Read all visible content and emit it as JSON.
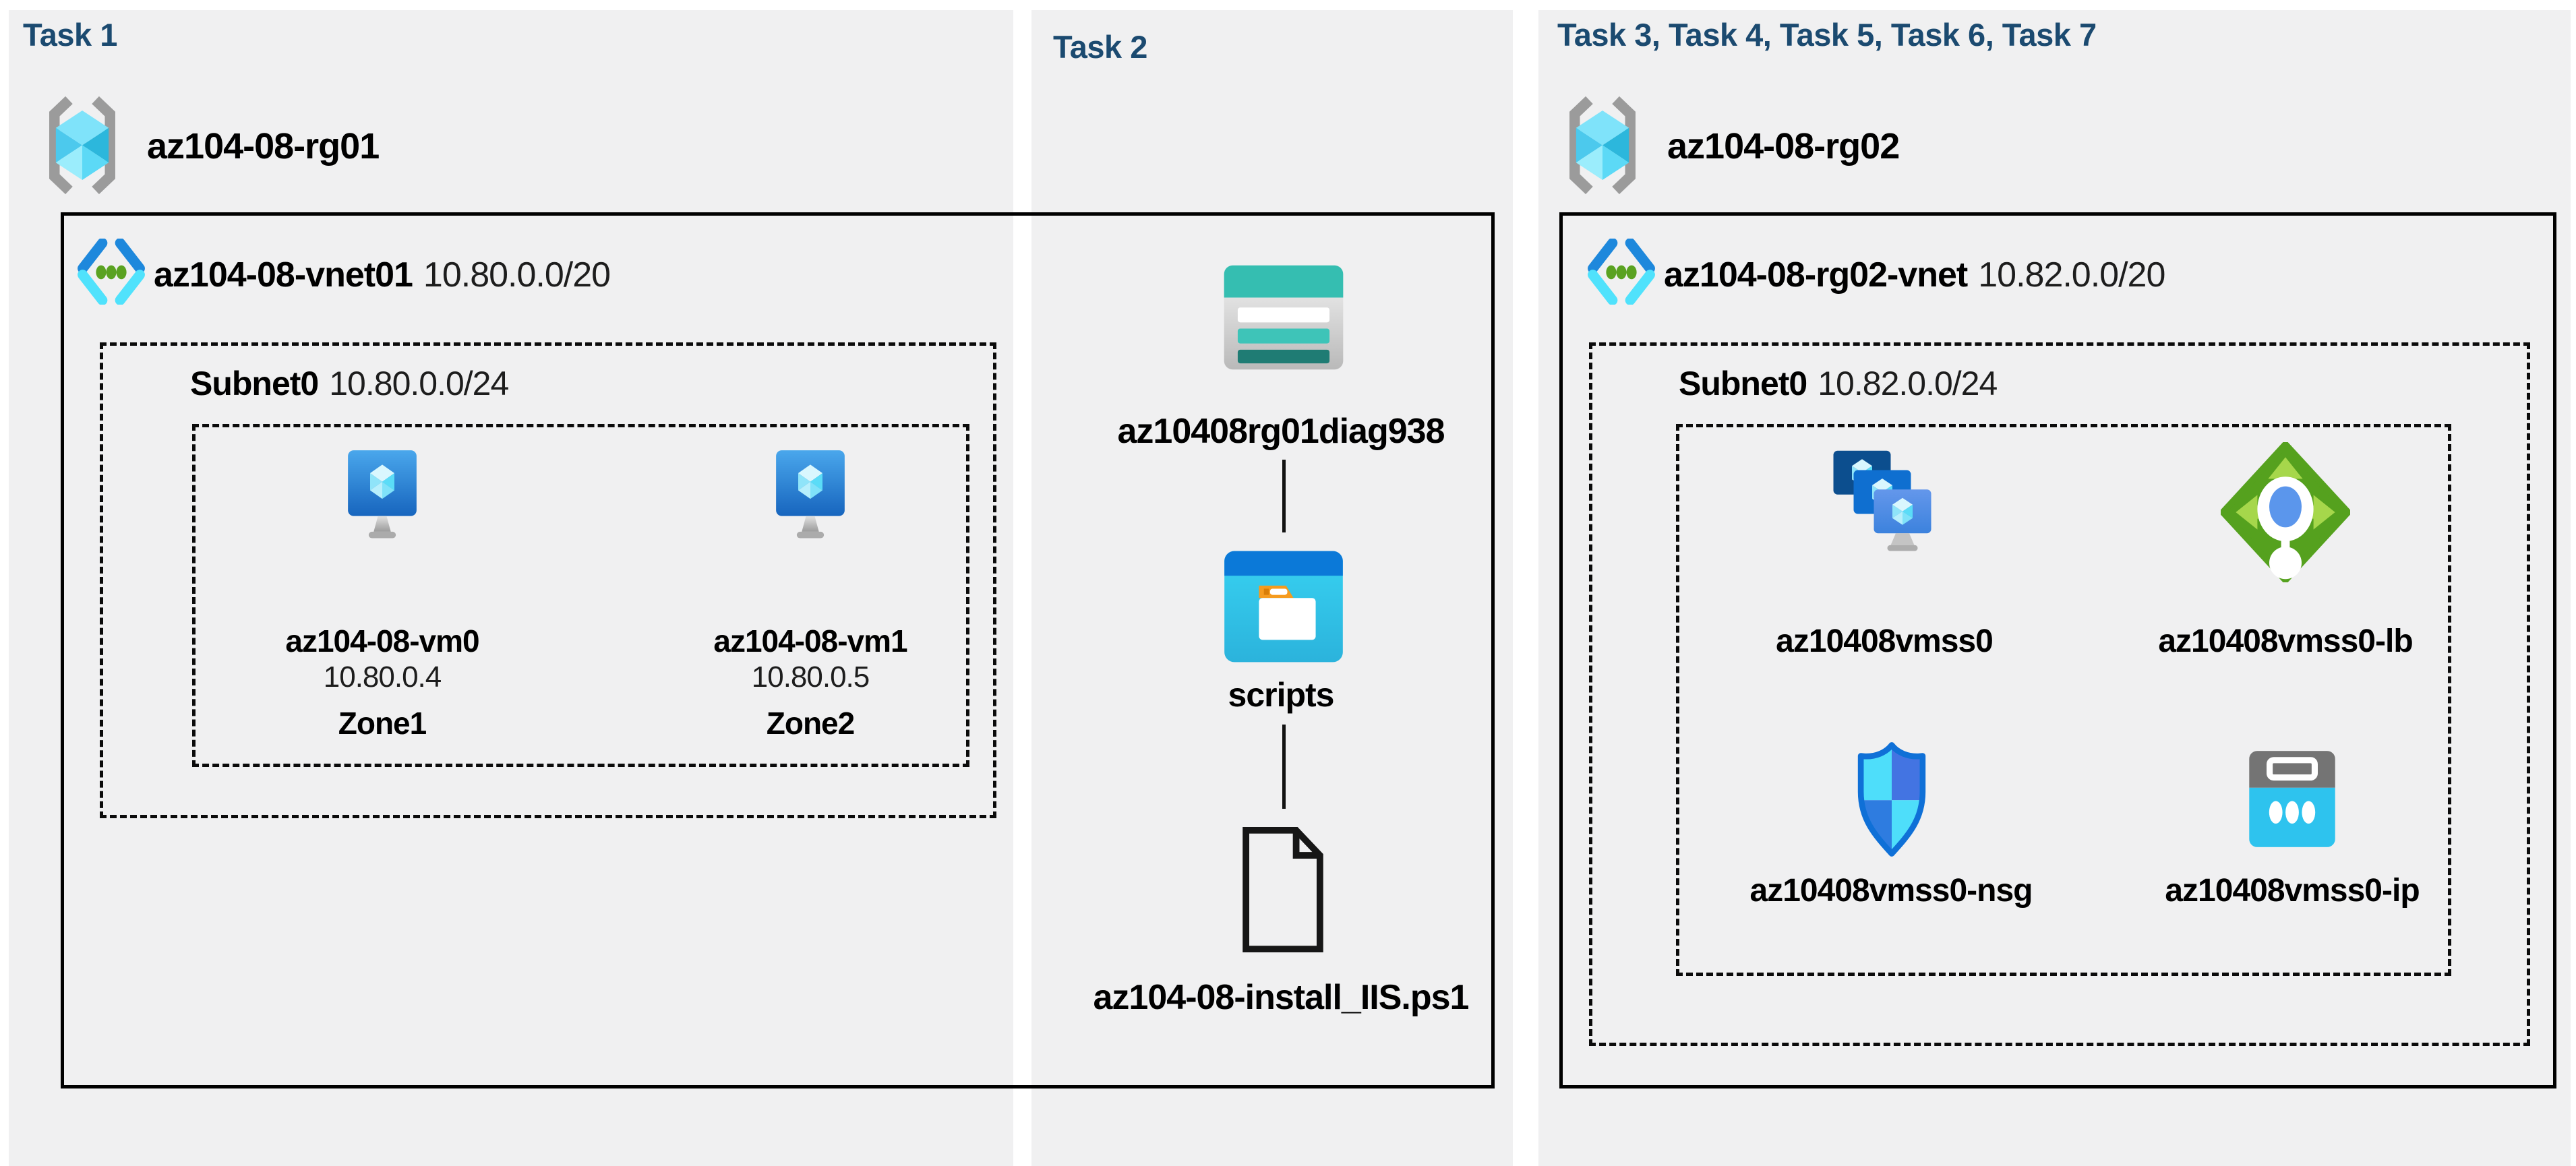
{
  "colors": {
    "heading_navy": "#1B4A70",
    "panel_background": "#F0F0F1",
    "page_background": "#FFFFFF",
    "border_black": "#000000",
    "vnet_chevron_blue": "#1E88DC",
    "vnet_chevron_cyan": "#50E2FC",
    "vnet_dot_green": "#5AA221",
    "vm_screen_blue": "#2277CF",
    "storage_teal": "#35BEB1",
    "container_blue": "#0B79D8",
    "container_cyan": "#31C9EC",
    "folder_tab_orange": "#F59B1E",
    "lb_green": "#55A11E",
    "lb_arrow_green": "#A6D74B",
    "nsg_outline_blue": "#0F70D7",
    "nsg_cyan": "#4EDEFA",
    "public_ip_gray": "#747474",
    "public_ip_cyan": "#2EC3EE"
  },
  "task1": {
    "heading": "Task 1",
    "resource_group": "az104-08-rg01",
    "vnet": {
      "name": "az104-08-vnet01",
      "cidr": "10.80.0.0/20"
    },
    "subnet": {
      "name": "Subnet0",
      "cidr": "10.80.0.0/24"
    },
    "vms": [
      {
        "name": "az104-08-vm0",
        "ip": "10.80.0.4",
        "zone": "Zone1",
        "icon": "virtual-machine-icon"
      },
      {
        "name": "az104-08-vm1",
        "ip": "10.80.0.5",
        "zone": "Zone2",
        "icon": "virtual-machine-icon"
      }
    ]
  },
  "task2": {
    "heading": "Task 2",
    "storage_account": {
      "name": "az10408rg01diag938",
      "icon": "storage-account-icon"
    },
    "container": {
      "name": "scripts",
      "icon": "blob-container-icon"
    },
    "file": {
      "name": "az104-08-install_IIS.ps1",
      "icon": "file-icon"
    }
  },
  "task3": {
    "heading": "Task 3, Task 4, Task 5, Task 6, Task 7",
    "resource_group": "az104-08-rg02",
    "vnet": {
      "name": "az104-08-rg02-vnet",
      "cidr": "10.82.0.0/20"
    },
    "subnet": {
      "name": "Subnet0",
      "cidr": "10.82.0.0/24"
    },
    "resources": [
      {
        "name": "az10408vmss0",
        "icon": "vm-scale-set-icon"
      },
      {
        "name": "az10408vmss0-lb",
        "icon": "load-balancer-icon"
      },
      {
        "name": "az10408vmss0-nsg",
        "icon": "network-security-group-icon"
      },
      {
        "name": "az10408vmss0-ip",
        "icon": "public-ip-icon"
      }
    ]
  }
}
